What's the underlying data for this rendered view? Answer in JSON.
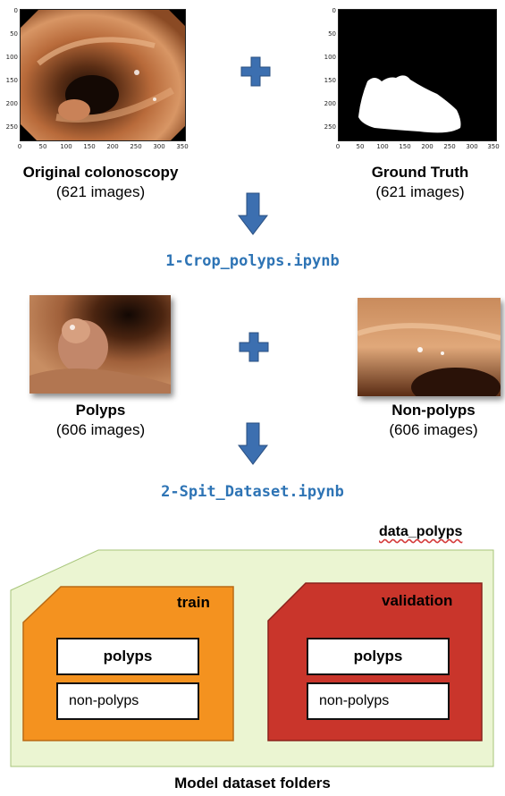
{
  "top_row": {
    "left": {
      "title": "Original colonoscopy",
      "count": "(621 images)",
      "y_ticks": [
        "0",
        "50",
        "100",
        "150",
        "200",
        "250"
      ],
      "x_ticks": [
        "0",
        "50",
        "100",
        "150",
        "200",
        "250",
        "300",
        "350"
      ]
    },
    "right": {
      "title": "Ground Truth",
      "count": "(621 images)",
      "y_ticks": [
        "0",
        "50",
        "100",
        "150",
        "200",
        "250"
      ],
      "x_ticks": [
        "0",
        "50",
        "100",
        "150",
        "200",
        "250",
        "300",
        "350"
      ]
    }
  },
  "step1_script": "1-Crop_polyps.ipynb",
  "middle_row": {
    "left": {
      "title": "Polyps",
      "count": "(606 images)"
    },
    "right": {
      "title": "Non-polyps",
      "count": "(606 images)"
    }
  },
  "step2_script": "2-Spit_Dataset.ipynb",
  "dataset": {
    "root_label": "data_polyps",
    "train": {
      "label": "train",
      "sub1": "polyps",
      "sub2": "non-polyps",
      "color": "#f4921f"
    },
    "validation": {
      "label": "validation",
      "sub1": "polyps",
      "sub2": "non-polyps",
      "color": "#c9352b"
    },
    "container_color": "#ebf5d2"
  },
  "caption": "Model dataset folders",
  "colors": {
    "arrow": "#3c6fb0",
    "script": "#2e74b5"
  },
  "icons": [
    "plus-icon",
    "down-arrow-icon"
  ]
}
